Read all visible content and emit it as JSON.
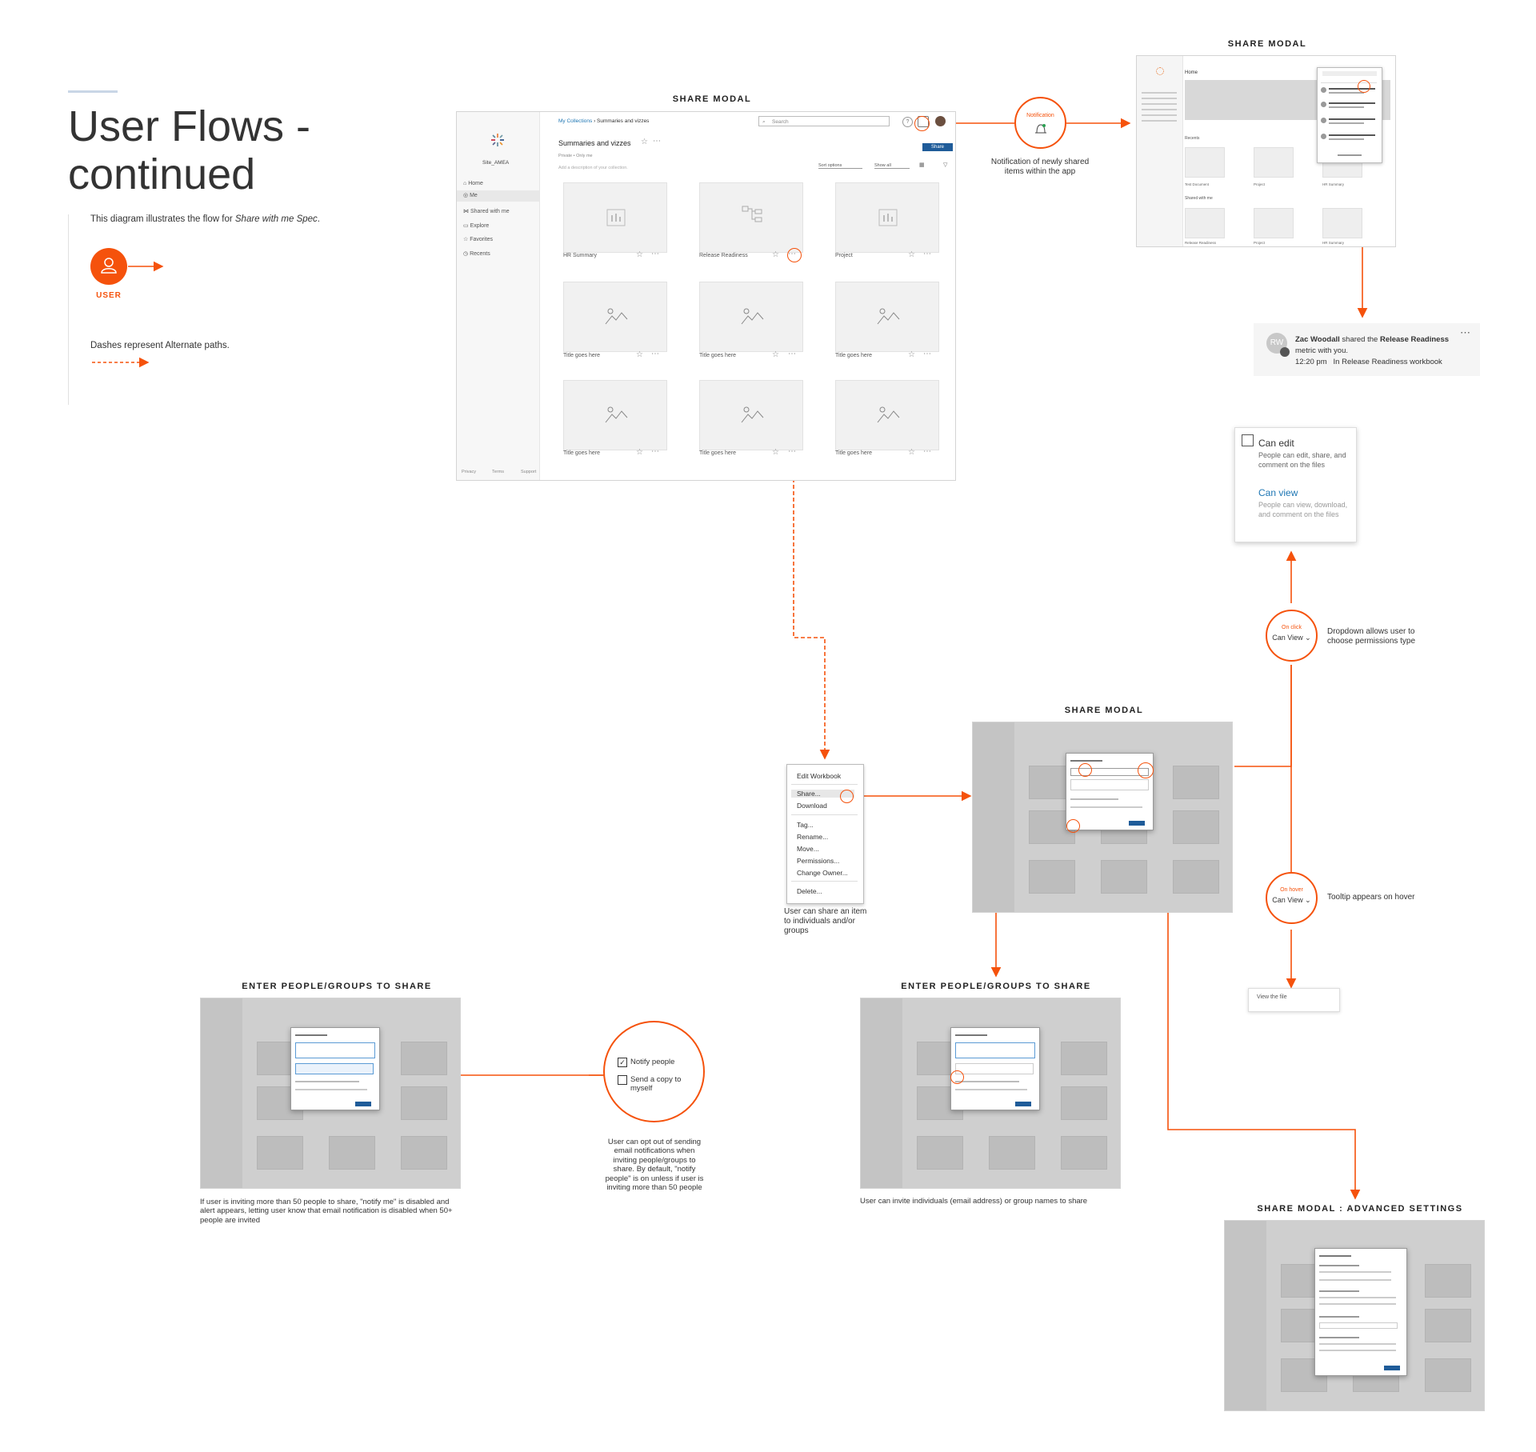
{
  "page": {
    "title": "User Flows - continued"
  },
  "intro": {
    "text_prefix": "This diagram illustrates the flow for ",
    "text_italic": "Share with me Spec",
    "text_suffix": ".",
    "user_label": "USER",
    "alternate_text": "Dashes represent Alternate paths."
  },
  "colors": {
    "accent": "#f5520c",
    "link": "#1f77b4",
    "primary_button": "#1f5c99"
  },
  "share_modal_main": {
    "title": "SHARE MODAL",
    "breadcrumb_root": "My Collections",
    "breadcrumb_leaf": "Summaries and vizzes",
    "search_placeholder": "Search",
    "site_name": "Site_AMEA",
    "nav": [
      "Home",
      "Me",
      "Shared with me",
      "Explore",
      "Favorites",
      "Recents"
    ],
    "heading": "Summaries and vizzes",
    "meta_private": "Private",
    "meta_owner": "Only me",
    "description_placeholder": "Add a description of your collection.",
    "share_button": "Share",
    "sort_options": "Sort options",
    "show_all": "Show all",
    "footer_links": [
      "Privacy",
      "Terms",
      "Support"
    ],
    "tiles": [
      "HR Summary",
      "Release Readiness",
      "Project",
      "Title goes here",
      "Title goes here",
      "Title goes here",
      "Title goes here",
      "Title goes here",
      "Title goes here"
    ]
  },
  "notification_node": {
    "label": "Notification",
    "caption": "Notification of newly shared items within the app"
  },
  "share_modal_top_right": {
    "title": "SHARE MODAL",
    "home_label": "Home",
    "recents_label": "Recents",
    "shared_label": "Shared with me",
    "tiles": [
      "Test Document",
      "Project",
      "HR Summary",
      "Release Readiness",
      "Project",
      "HR Summary"
    ]
  },
  "notification_card": {
    "avatar": "RW",
    "user": "Zac Woodall",
    "shared_text": " shared the ",
    "item": "Release Readiness",
    "line2": "metric with you.",
    "time": "12:20 pm",
    "context": "In Release Readiness workbook"
  },
  "permissions_dropdown": {
    "edit_title": "Can edit",
    "edit_desc": "People can edit, share, and comment on the files",
    "view_title": "Can view",
    "view_desc": "People can view, download, and comment on the files"
  },
  "on_click_node": {
    "label": "On click",
    "value": "Can View",
    "caption": "Dropdown allows user to choose permissions type"
  },
  "on_hover_node": {
    "label": "On hover",
    "value": "Can View",
    "caption": "Tooltip appears on hover"
  },
  "tooltip": {
    "text": "View the file"
  },
  "context_menu": {
    "items": [
      "Edit Workbook",
      "Share...",
      "Download",
      "Tag...",
      "Rename...",
      "Move...",
      "Permissions...",
      "Change Owner...",
      "Delete..."
    ],
    "caption": "User can share an item to individuals and/or groups"
  },
  "share_modal_middle": {
    "title": "SHARE MODAL"
  },
  "enter_people_right": {
    "title": "ENTER PEOPLE/GROUPS TO SHARE",
    "caption": "User can invite individuals (email address) or group names to share"
  },
  "enter_people_left": {
    "title": "ENTER PEOPLE/GROUPS TO SHARE",
    "caption": "If user is inviting more than 50 people to share, \"notify me\" is disabled and alert appears, letting user know that email notification is disabled when 50+ people are invited"
  },
  "notify_node": {
    "notify": "Notify people",
    "copy": "Send a copy to myself",
    "caption": "User can opt out of sending email notifications when inviting people/groups to share. By default, \"notify people\" is on unless if user is inviting more than 50 people"
  },
  "advanced_settings": {
    "title": "SHARE MODAL : ADVANCED SETTINGS"
  }
}
